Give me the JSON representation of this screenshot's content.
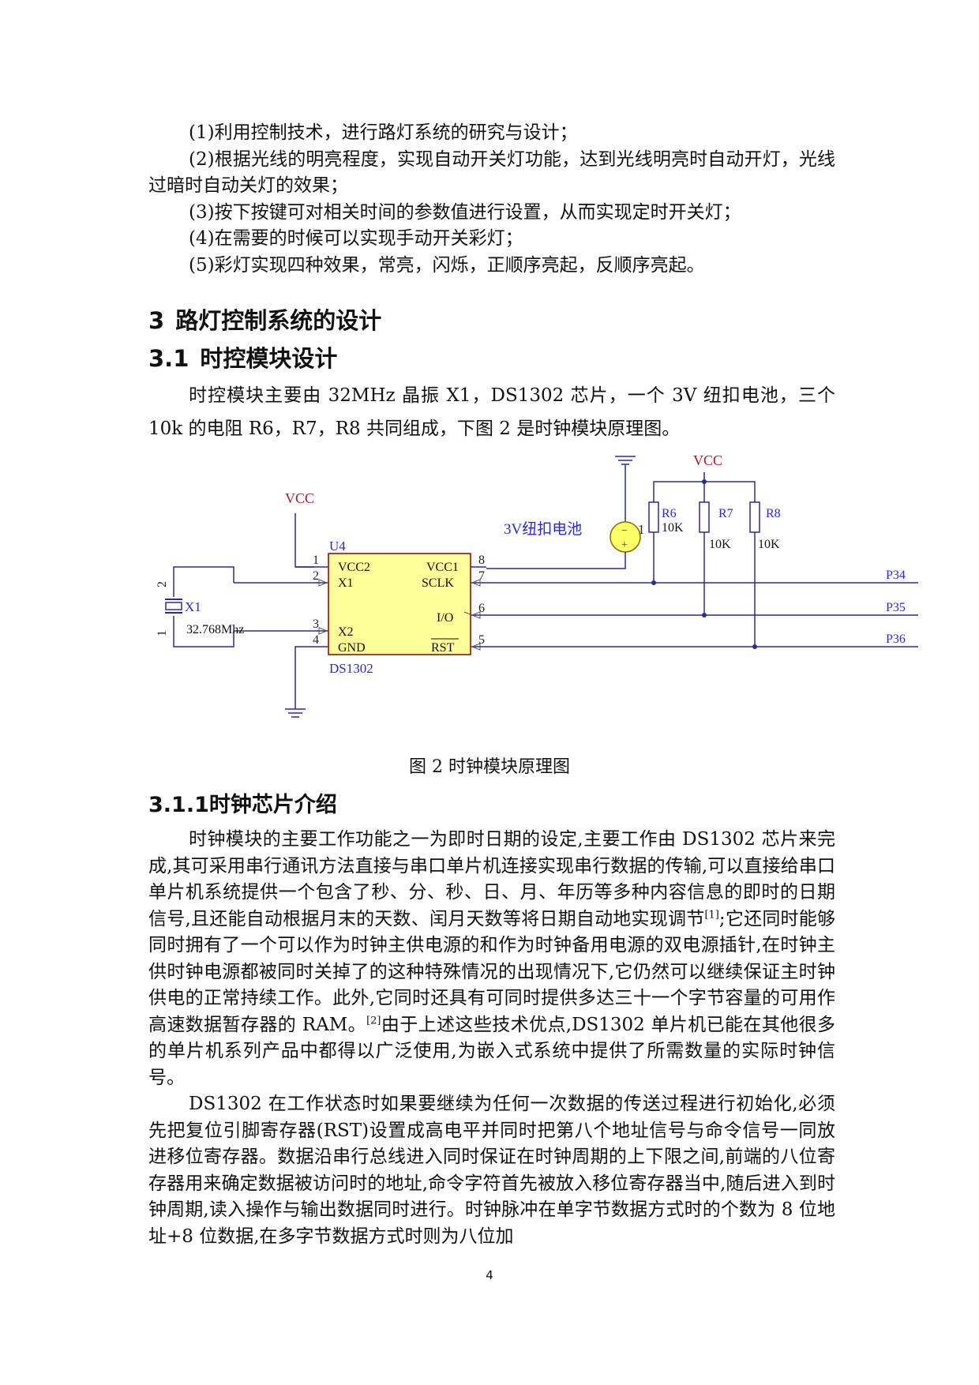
{
  "list_items": [
    "(1)利用控制技术，进行路灯系统的研究与设计；",
    "(2)根据光线的明亮程度，实现自动开关灯功能，达到光线明亮时自动开灯，光线过暗时自动关灯的效果；",
    "(3)按下按键可对相关时间的参数值进行设置，从而实现定时开关灯；",
    "(4)在需要的时候可以实现手动开关彩灯；",
    "(5)彩灯实现四种效果，常亮，闪烁，正顺序亮起，反顺序亮起。"
  ],
  "section3": {
    "number": "3",
    "title": "路灯控制系统的设计"
  },
  "section3_1": {
    "number": "3.1",
    "title": "时控模块设计",
    "para": "时控模块主要由 32MHz 晶振 X1，DS1302 芯片，一个 3V 纽扣电池，三个 10k 的电阻 R6，R7，R8 共同组成，下图 2 是时钟模块原理图。"
  },
  "figure": {
    "caption": "图 2  时钟模块原理图",
    "labels": {
      "vcc": "VCC",
      "u4": "U4",
      "chip": "DS1302",
      "battery": "3V纽扣电池",
      "battery_pin": "1",
      "crystal": "X1",
      "crystal_freq": "32.768Mhz",
      "crystal_pin_top": "2",
      "crystal_pin_bottom": "1",
      "battery_minus": "−",
      "battery_plus": "+",
      "r6": "R6",
      "r7": "R7",
      "r8": "R8",
      "r_value": "10K",
      "net1": "P34",
      "net2": "P35",
      "net3": "P36"
    },
    "pins_left": [
      {
        "num": "1",
        "name": "VCC2"
      },
      {
        "num": "2",
        "name": "X1"
      },
      {
        "num": "3",
        "name": "X2"
      },
      {
        "num": "4",
        "name": "GND"
      }
    ],
    "pins_right": [
      {
        "num": "8",
        "name": "VCC1"
      },
      {
        "num": "7",
        "name": "SCLK"
      },
      {
        "num": "6",
        "name": "I/O"
      },
      {
        "num": "5",
        "name": "RST"
      }
    ],
    "colors": {
      "wire": "#2b2b8f",
      "vcc": "#a0202a",
      "chip_fill": "#ffff99",
      "chip_stroke": "#8b0000",
      "label_blue": "#2a2ad0",
      "battery_fill": "#ffff66"
    }
  },
  "section3_1_1": {
    "number": "3.1.1",
    "title": "时钟芯片介绍",
    "para1_a": "时钟模块的主要工作功能之一为即时日期的设定,主要工作由 DS1302 芯片来完成,其可采用串行通讯方法直接与串口单片机连接实现串行数据的传输,可以直接给串口单片机系统提供一个包含了秒、分、秒、日、月、年历等多种内容信息的即时的日期信号,且还能自动根据月末的天数、闰月天数等将日期自动地实现调节",
    "ref1": "[1]",
    "para1_b": ";它还同时能够同时拥有了一个可以作为时钟主供电源的和作为时钟备用电源的双电源插针,在时钟主供时钟电源都被同时关掉了的这种特殊情况的出现情况下,它仍然可以继续保证主时钟供电的正常持续工作。此外,它同时还具有可同时提供多达三十一个字节容量的可用作高速数据暂存器的 RAM。",
    "ref2": "[2]",
    "para1_c": "由于上述这些技术优点,DS1302 单片机已能在其他很多的单片机系列产品中都得以广泛使用,为嵌入式系统中提供了所需数量的实际时钟信号。",
    "para2": "DS1302 在工作状态时如果要继续为任何一次数据的传送过程进行初始化,必须先把复位引脚寄存器(RST)设置成高电平并同时把第八个地址信号与命令信号一同放进移位寄存器。数据沿串行总线进入同时保证在时钟周期的上下限之间,前端的八位寄存器用来确定数据被访问时的地址,命令字符首先被放入移位寄存器当中,随后进入到时钟周期,读入操作与输出数据同时进行。时钟脉冲在单字节数据方式时的个数为 8 位地址+8 位数据,在多字节数据方式时则为八位加"
  },
  "page_number": "4"
}
